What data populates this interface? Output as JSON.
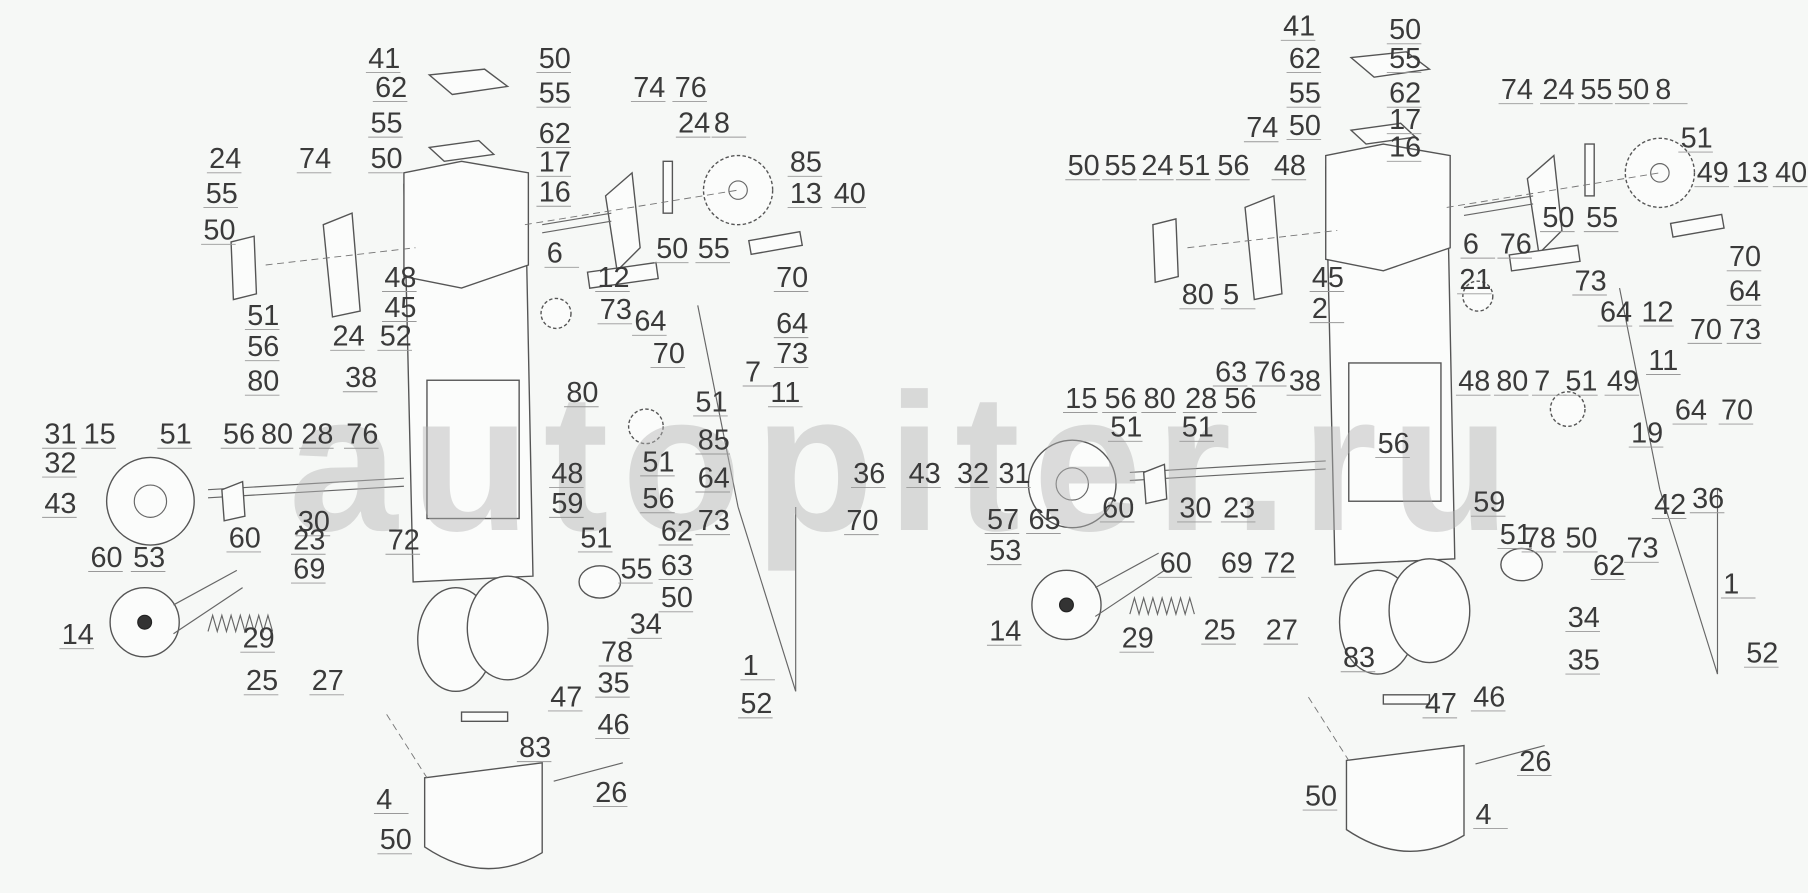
{
  "watermark": "autopiter.ru",
  "labels": {
    "left": [
      "41",
      "50",
      "62",
      "55",
      "62",
      "55",
      "17",
      "50",
      "16",
      "24",
      "55",
      "50",
      "74",
      "51",
      "56",
      "80",
      "24",
      "52",
      "48",
      "45",
      "74",
      "76",
      "24",
      "8",
      "85",
      "13",
      "40",
      "6",
      "50",
      "55",
      "12",
      "70",
      "73",
      "64",
      "70",
      "73",
      "64",
      "7",
      "11",
      "38",
      "31",
      "15",
      "51",
      "56",
      "80",
      "28",
      "76",
      "32",
      "43",
      "30",
      "80",
      "51",
      "48",
      "51",
      "56",
      "85",
      "64",
      "36",
      "43",
      "32",
      "31",
      "70",
      "73",
      "59",
      "60",
      "60",
      "53",
      "23",
      "72",
      "69",
      "51",
      "55",
      "62",
      "63",
      "50",
      "34",
      "14",
      "29",
      "25",
      "27",
      "78",
      "47",
      "35",
      "46",
      "83",
      "1",
      "52",
      "26",
      "4",
      "50"
    ],
    "right": [
      "41",
      "50",
      "62",
      "55",
      "55",
      "62",
      "50",
      "17",
      "16",
      "74",
      "48",
      "50",
      "55",
      "24",
      "51",
      "56",
      "74",
      "24",
      "55",
      "50",
      "8",
      "51",
      "49",
      "13",
      "40",
      "6",
      "76",
      "50",
      "55",
      "70",
      "64",
      "73",
      "70",
      "12",
      "64",
      "73",
      "2",
      "45",
      "80",
      "5",
      "21",
      "38",
      "48",
      "63",
      "76",
      "28",
      "56",
      "15",
      "56",
      "80",
      "51",
      "51",
      "80",
      "7",
      "51",
      "49",
      "11",
      "64",
      "70",
      "30",
      "23",
      "42",
      "19",
      "73",
      "36",
      "56",
      "57",
      "65",
      "60",
      "60",
      "69",
      "72",
      "53",
      "59",
      "51",
      "78",
      "50",
      "62",
      "34",
      "35",
      "14",
      "29",
      "25",
      "27",
      "83",
      "47",
      "46",
      "1",
      "52",
      "26",
      "4",
      "50"
    ]
  }
}
